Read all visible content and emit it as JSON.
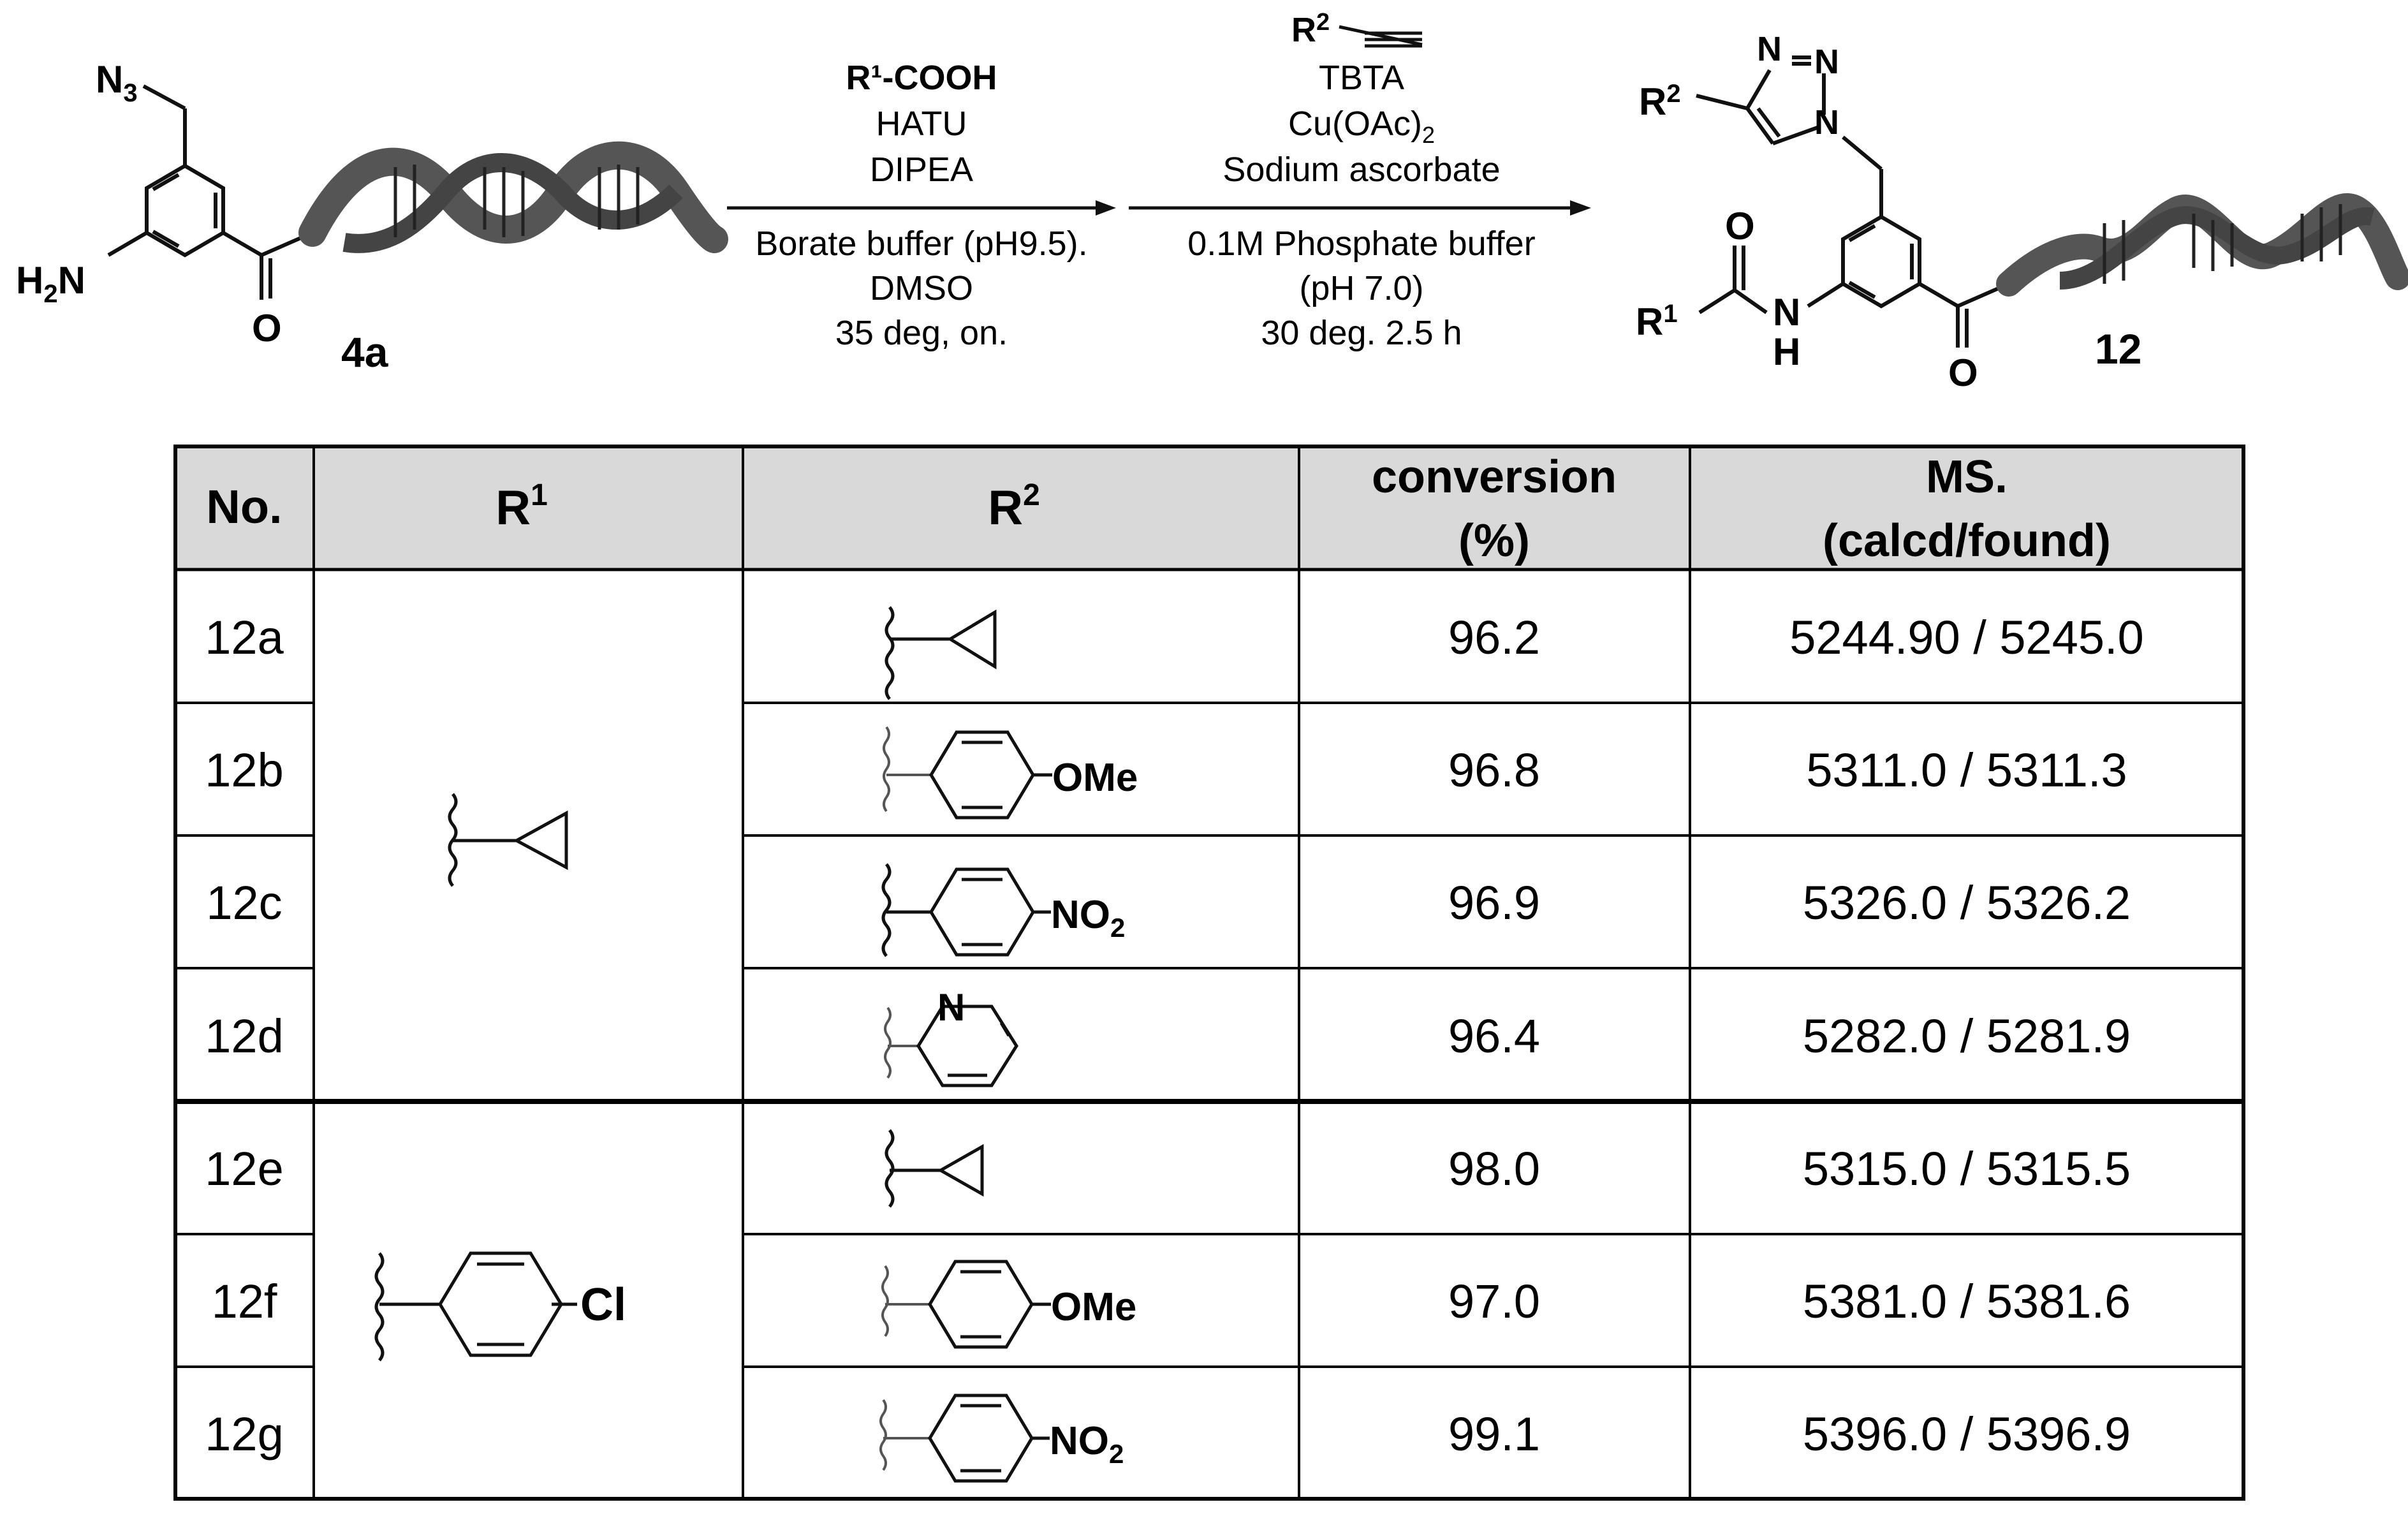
{
  "scheme": {
    "start_label": "4a",
    "start_azide": "N",
    "start_azide_sub": "3",
    "start_amine": "H",
    "start_amine_sub": "2",
    "start_amine_n": "N",
    "carbonyl_o": "O",
    "step1": {
      "reagents": [
        "R¹-COOH",
        "HATU",
        "DIPEA"
      ],
      "conditions": [
        "Borate buffer (pH9.5).",
        "DMSO",
        "35 deg, on."
      ]
    },
    "step2": {
      "alkyne_r": "R",
      "alkyne_sup": "2",
      "reagents": [
        "TBTA",
        "Cu(OAc)",
        "Sodium ascorbate"
      ],
      "cu_sub": "2",
      "conditions": [
        "0.1M   Phosphate buffer",
        "(pH 7.0)",
        "30 deg. 2.5 h"
      ]
    },
    "product_label": "12",
    "product_r1": "R",
    "product_r1_sup": "1",
    "product_r2": "R",
    "product_r2_sup": "2",
    "product_n": "N",
    "product_h": "H",
    "triazole_n1": "N",
    "triazole_n2": "N",
    "triazole_n3": "N",
    "amide_o": "O"
  },
  "table": {
    "headers": {
      "no": "No.",
      "r1": "R",
      "r1_sup": "1",
      "r2": "R",
      "r2_sup": "2",
      "conversion_1": "conversion",
      "conversion_2": "(%)",
      "ms_1": "MS.",
      "ms_2": "(calcd/found)"
    },
    "rows": [
      {
        "no": "12a",
        "r2": "cyclopropyl",
        "conversion": "96.2",
        "ms": "5244.90 / 5245.0"
      },
      {
        "no": "12b",
        "r2": "4-methoxyphenyl",
        "conversion": "96.8",
        "ms": "5311.0 / 5311.3"
      },
      {
        "no": "12c",
        "r2": "4-nitrophenyl",
        "conversion": "96.9",
        "ms": "5326.0 / 5326.2"
      },
      {
        "no": "12d",
        "r2": "2-pyridyl",
        "conversion": "96.4",
        "ms": "5282.0 / 5281.9"
      },
      {
        "no": "12e",
        "r2": "cyclopropyl",
        "conversion": "98.0",
        "ms": "5315.0 / 5315.5"
      },
      {
        "no": "12f",
        "r2": "4-methoxyphenyl",
        "conversion": "97.0",
        "ms": "5381.0 / 5381.6"
      },
      {
        "no": "12g",
        "r2": "4-nitrophenyl",
        "conversion": "99.1",
        "ms": "5396.0 / 5396.9"
      }
    ],
    "r1_groups": [
      {
        "structure": "cyclopropyl"
      },
      {
        "structure": "4-chlorophenyl",
        "label": "Cl"
      }
    ],
    "substituent_labels": {
      "ome": "OMe",
      "no2": "NO",
      "no2_sub": "2",
      "pyridine_n": "N"
    }
  },
  "colors": {
    "header_bg": "#d9d9d9",
    "line": "#000000",
    "dna": "#555555"
  }
}
